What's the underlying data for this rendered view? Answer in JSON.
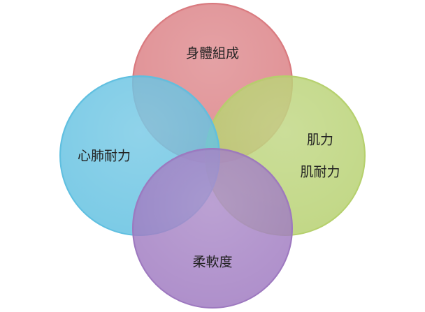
{
  "diagram": {
    "type": "venn",
    "circles": [
      {
        "id": "top",
        "label": "身體組成",
        "color": "#d9797e"
      },
      {
        "id": "right",
        "label_lines": [
          "肌力",
          "肌耐力"
        ],
        "color": "#b5d06c"
      },
      {
        "id": "left",
        "label": "心肺耐力",
        "color": "#5fbfe0"
      },
      {
        "id": "bottom",
        "label": "柔軟度",
        "color": "#9d78bf"
      }
    ]
  }
}
